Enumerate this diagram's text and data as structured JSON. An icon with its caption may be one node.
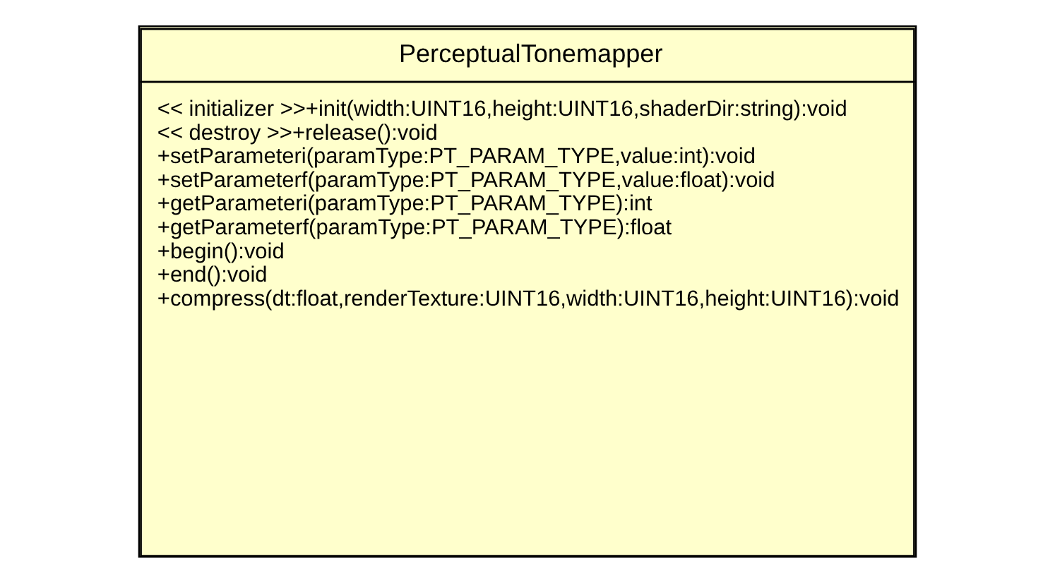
{
  "diagram": {
    "nodes": [
      {
        "text": [
          "PerceptualTonemapper",
          "<< initializer >>+init(width:UINT16,height:UINT16,shaderDir:string):void",
          "<< destroy >>+release():void",
          "+setParameteri(paramType:PT_PARAM_TYPE,value:int):void",
          "+setParameterf(paramType:PT_PARAM_TYPE,value:float):void",
          "+getParameteri(paramType:PT_PARAM_TYPE):int",
          "+getParameterf(paramType:PT_PARAM_TYPE):float",
          "+begin():void",
          "+end():void",
          "+compress(dt:float,renderTexture:UINT16,width:UINT16,height:UINT16):void"
        ]
      }
    ]
  }
}
